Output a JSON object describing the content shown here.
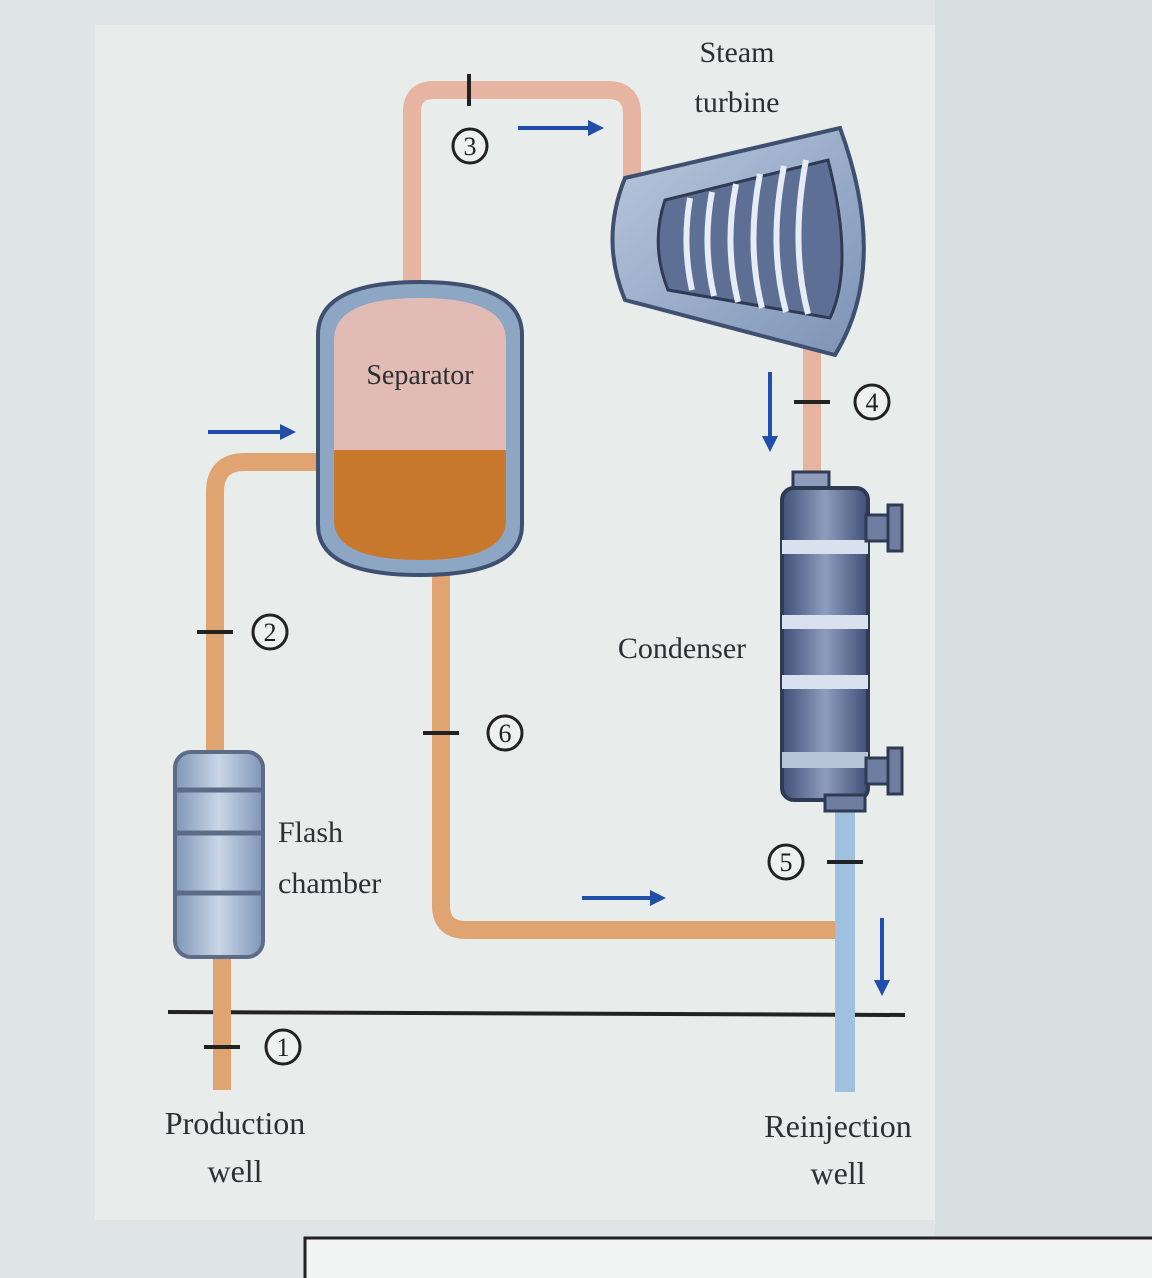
{
  "labels": {
    "steam_turbine_line1": "Steam",
    "steam_turbine_line2": "turbine",
    "separator": "Separator",
    "condenser": "Condenser",
    "flash_line1": "Flash",
    "flash_line2": "chamber",
    "production_line1": "Production",
    "production_line2": "well",
    "reinjection_line1": "Reinjection",
    "reinjection_line2": "well"
  },
  "states": [
    "1",
    "2",
    "3",
    "4",
    "5",
    "6"
  ],
  "colors": {
    "background": "#dfe4e6",
    "panel": "#e8ecea",
    "hot_pipe": "#e0a472",
    "steam_pipe": "#e6b4a0",
    "cold_pipe": "#9fc0de",
    "liquid": "#c7782c",
    "vessel_shell": "#8da6c4",
    "arrow": "#1f4fa8",
    "ink": "#222222"
  }
}
